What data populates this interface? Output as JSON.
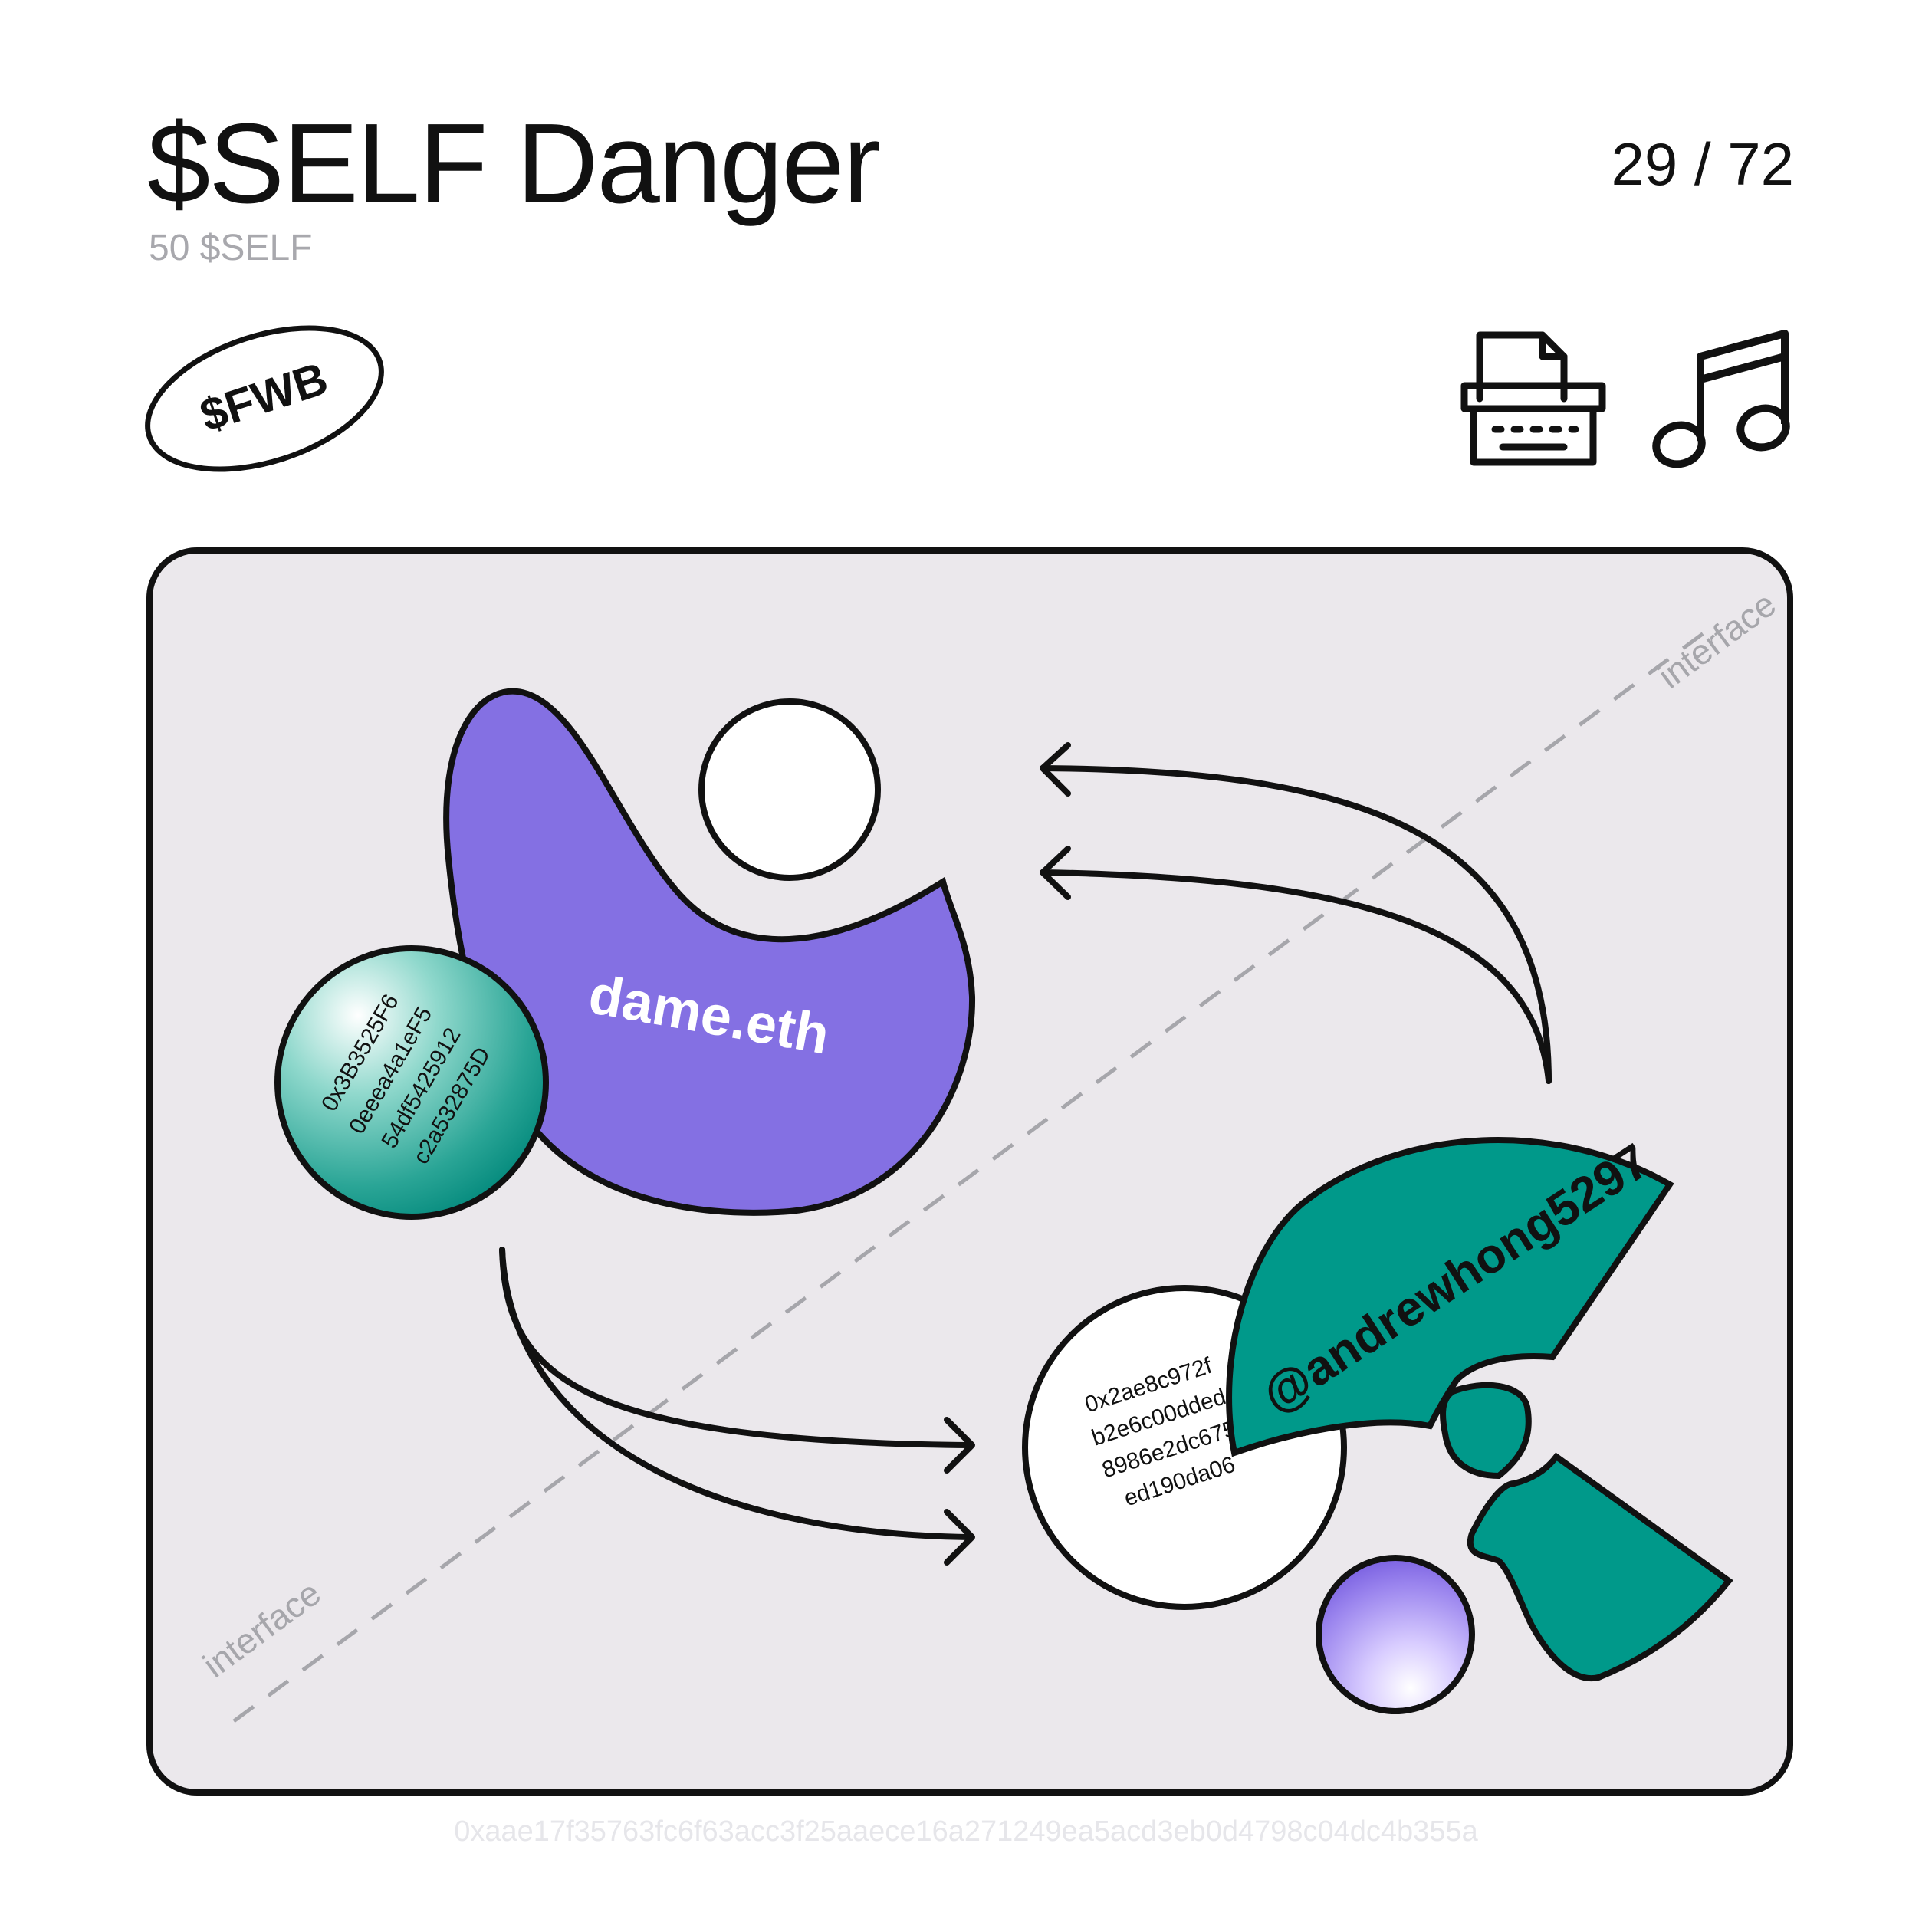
{
  "header": {
    "title": "$SELF Danger",
    "subtitle": "50 $SELF",
    "counter": "29 / 72"
  },
  "badge": {
    "label": "$FWB"
  },
  "icons": [
    "typewriter-icon",
    "music-note-icon"
  ],
  "diagram": {
    "interface_label_top": "interface",
    "interface_label_bottom": "interface",
    "sender": {
      "name": "dame.eth",
      "address_lines": [
        "0x3B3525F6",
        "0eeea4a1eF5",
        "54df5425912",
        "c2a532875D"
      ]
    },
    "receiver": {
      "name": "@andrewhong5297",
      "address_lines": [
        "0x2ae8c972f",
        "b2e6c00dded",
        "8986e2dc675",
        "ed190da06"
      ]
    }
  },
  "colors": {
    "panel_bg": "#ebe8ec",
    "purple": "#8470e3",
    "teal": "#00998a",
    "outline": "#111111",
    "muted_text": "#a8a8ad"
  },
  "footer": {
    "hash": "0xaae17f35763fc6f63acc3f25aaece16a271249ea5acd3eb0d4798c04dc4b355a"
  }
}
